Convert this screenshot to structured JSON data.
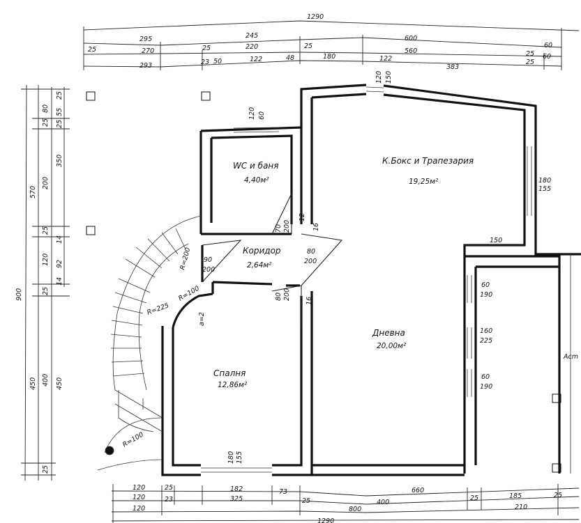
{
  "rooms": {
    "wc": {
      "name": "WC и баня",
      "area": "4,40м²"
    },
    "kitchen": {
      "name": "К.Бокс и Трапезария",
      "area": "19,25м²"
    },
    "corridor": {
      "name": "Коридор",
      "area": "2,64м²"
    },
    "living": {
      "name": "Дневна",
      "area": "20,00м²"
    },
    "bedroom": {
      "name": "Спалня",
      "area": "12,86м²"
    }
  },
  "top_dims": {
    "overall": "1290",
    "row1": [
      "295",
      "245",
      "600"
    ],
    "row2": [
      "25",
      "270",
      "25",
      "220",
      "25",
      "560",
      "25",
      "60"
    ],
    "row3": [
      "293",
      "23",
      "50",
      "122",
      "48",
      "180",
      "122",
      "383",
      "25",
      "60"
    ]
  },
  "left_dims": {
    "overall": "900",
    "col_a": [
      "570",
      "450"
    ],
    "col_b": [
      "80",
      "25",
      "200",
      "25",
      "120",
      "25",
      "400",
      "25"
    ],
    "col_c": [
      "25",
      "55",
      "25",
      "350",
      "14",
      "92",
      "14",
      "450"
    ]
  },
  "bottom_dims": {
    "row1": [
      "120",
      "25",
      "182",
      "73",
      "660"
    ],
    "row2": [
      "120",
      "23",
      "325",
      "25",
      "400",
      "25",
      "185",
      "25"
    ],
    "row3": [
      "120",
      "800",
      "210"
    ],
    "overall": "1290"
  },
  "openings": {
    "wc_window": {
      "w": "120",
      "h": "60"
    },
    "top_window": {
      "w": "120",
      "h": "150"
    },
    "kitchen_window": {
      "w": "180",
      "h": "155"
    },
    "kitchen_edge": "150",
    "wc_door": {
      "w": "70",
      "h": "200"
    },
    "corridor_right_door": {
      "w": "80",
      "h": "200"
    },
    "corridor_left_door": {
      "w": "90",
      "h": "200"
    },
    "bedroom_door": {
      "w": "80",
      "h": "200"
    },
    "living_window1": {
      "w": "60",
      "h": "190"
    },
    "living_window2": {
      "w": "160",
      "h": "225"
    },
    "living_window3": {
      "w": "60",
      "h": "190"
    },
    "bedroom_window": {
      "w": "180",
      "h": "155"
    },
    "small_12": "12",
    "small_16a": "16",
    "small_16b": "16"
  },
  "stair": {
    "r_outer": "R=225",
    "r_inner": "R=100",
    "top_r": "R=200",
    "mark": "a=2",
    "bottom_r": "R=100"
  },
  "edge_label": "Acm"
}
